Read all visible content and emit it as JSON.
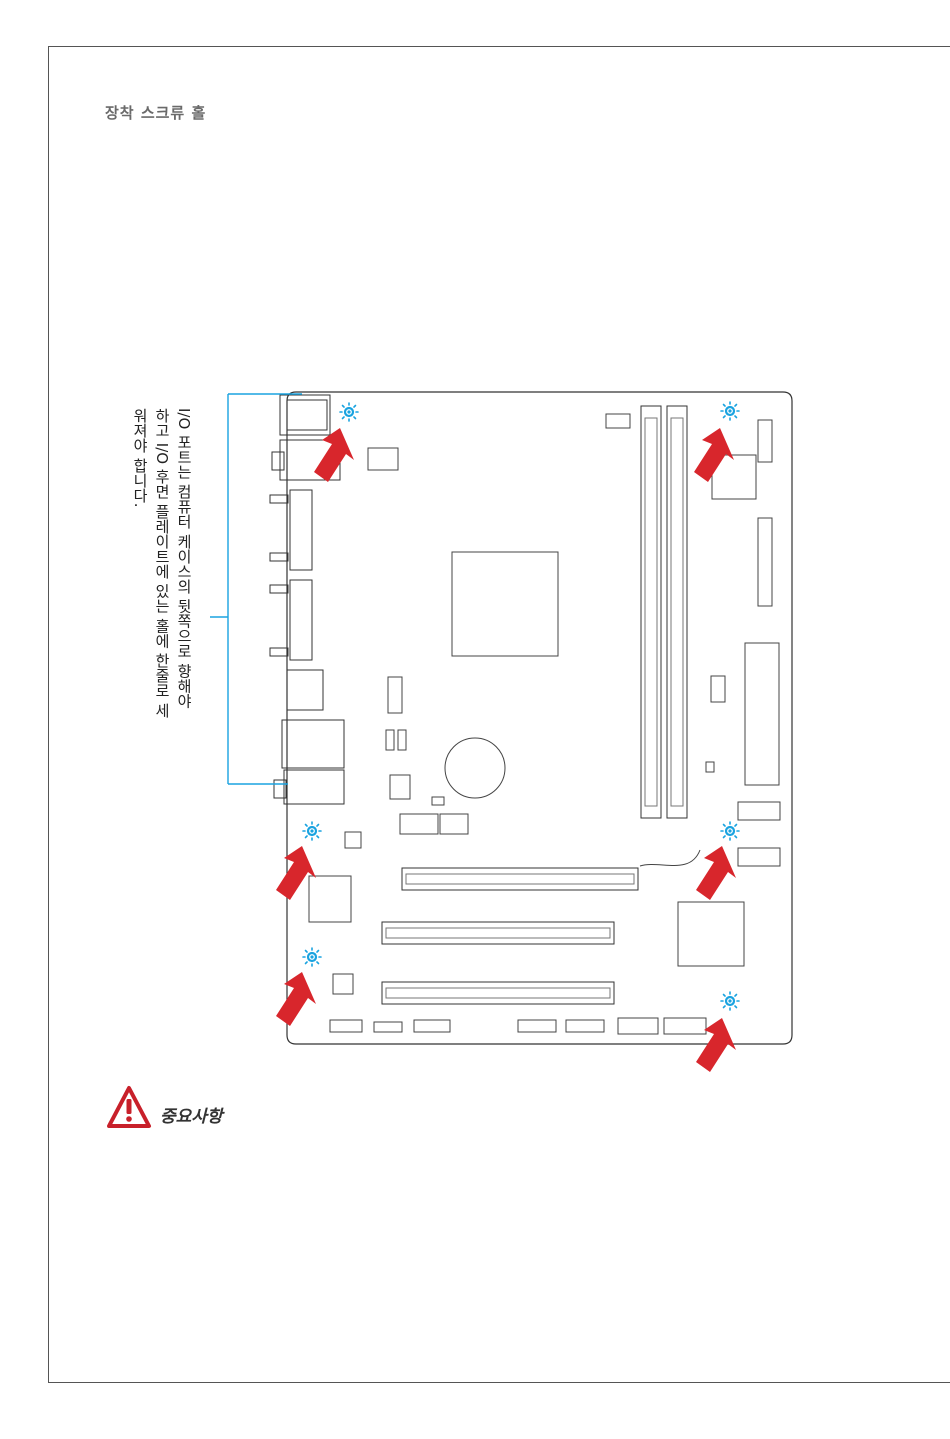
{
  "page": {
    "section_heading": "장착 스크류 홀",
    "note_lines": [
      "I/O 포트는 컴퓨터 케이스의 뒷쪽으로 향해야",
      "하고 I/O 후면 플레이트에 있는 홀에 한줄로 세",
      "워져야 합니다."
    ],
    "important_label": "중요사항"
  },
  "colors": {
    "arrow": "#d8262c",
    "marker": "#1aa3e0",
    "callout_line": "#1aa3e0",
    "warning": "#c8202a"
  },
  "icons": [
    "warning-icon",
    "screw-hole-icon",
    "arrow-icon"
  ]
}
